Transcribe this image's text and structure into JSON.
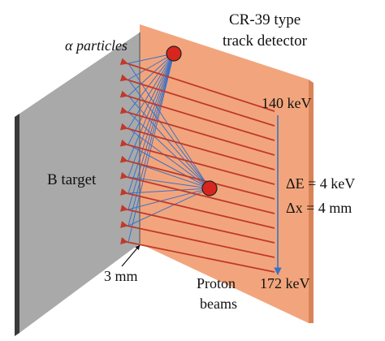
{
  "labels": {
    "alpha_particles": "α particles",
    "detector_line1": "CR-39 type",
    "detector_line2": "track detector",
    "energy_top": "140 keV",
    "energy_bottom": "172 keV",
    "delta_e": "ΔE = 4 keV",
    "delta_x": "Δx = 4 mm",
    "target": "B target",
    "gap": "3 mm",
    "beam_line1": "Proton",
    "beam_line2": "beams"
  },
  "colors": {
    "detector_face": "#f2a57c",
    "detector_edge": "#d98458",
    "target_face": "#a9a9a9",
    "target_dark": "#6f6f6f",
    "target_edge": "#3a3a3a",
    "proton_beam": "#c0392b",
    "alpha_track": "#3a72c6",
    "track_spot": "#d7261e",
    "energy_arrow": "#3a72c6"
  }
}
